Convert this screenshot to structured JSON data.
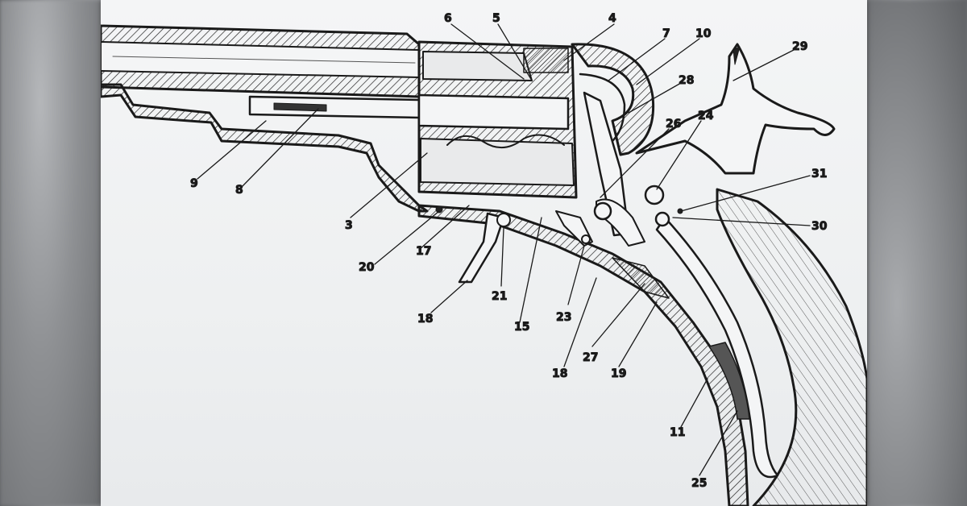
{
  "diagram": {
    "labels": [
      {
        "id": "l6",
        "text": "6"
      },
      {
        "id": "l5",
        "text": "5"
      },
      {
        "id": "l4",
        "text": "4"
      },
      {
        "id": "l7",
        "text": "7"
      },
      {
        "id": "l10",
        "text": "10"
      },
      {
        "id": "l29",
        "text": "29"
      },
      {
        "id": "l28",
        "text": "28"
      },
      {
        "id": "l26",
        "text": "26"
      },
      {
        "id": "l24",
        "text": "24"
      },
      {
        "id": "l31",
        "text": "31"
      },
      {
        "id": "l30",
        "text": "30"
      },
      {
        "id": "l9",
        "text": "9"
      },
      {
        "id": "l8",
        "text": "8"
      },
      {
        "id": "l3",
        "text": "3"
      },
      {
        "id": "l20",
        "text": "20"
      },
      {
        "id": "l17",
        "text": "17"
      },
      {
        "id": "l18a",
        "text": "18"
      },
      {
        "id": "l21",
        "text": "21"
      },
      {
        "id": "l15",
        "text": "15"
      },
      {
        "id": "l23",
        "text": "23"
      },
      {
        "id": "l18b",
        "text": "18"
      },
      {
        "id": "l27",
        "text": "27"
      },
      {
        "id": "l19",
        "text": "19"
      },
      {
        "id": "l11",
        "text": "11"
      },
      {
        "id": "l25",
        "text": "25"
      }
    ]
  }
}
